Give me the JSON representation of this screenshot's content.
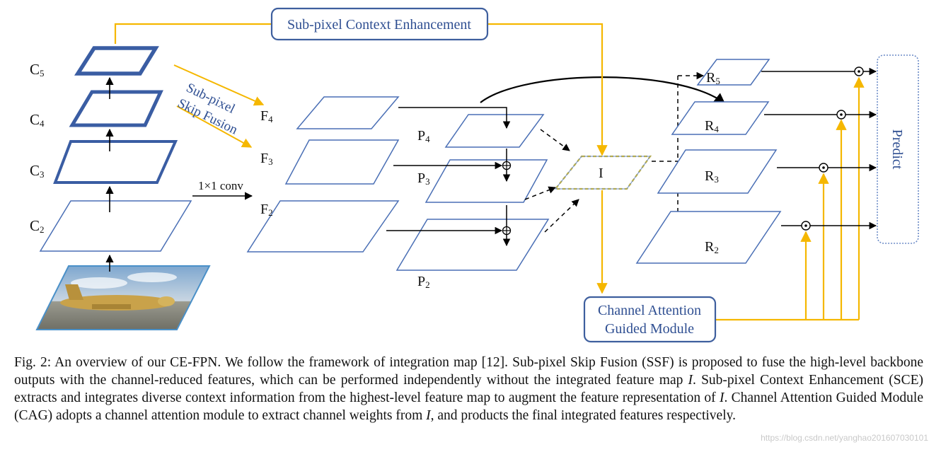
{
  "diagram": {
    "sce_label": "Sub-pixel Context Enhancement",
    "cag_label_line1": "Channel Attention",
    "cag_label_line2": "Guided Module",
    "predict_label": "Predict",
    "ssf_label_line1": "Sub-pixel",
    "ssf_label_line2": "Skip Fusion",
    "conv_label": "1×1 conv",
    "integration_label": "I",
    "backbone": [
      {
        "base": "C",
        "sub": "5"
      },
      {
        "base": "C",
        "sub": "4"
      },
      {
        "base": "C",
        "sub": "3"
      },
      {
        "base": "C",
        "sub": "2"
      }
    ],
    "reduced": [
      {
        "base": "F",
        "sub": "4"
      },
      {
        "base": "F",
        "sub": "3"
      },
      {
        "base": "F",
        "sub": "2"
      }
    ],
    "pyramid": [
      {
        "base": "P",
        "sub": "4"
      },
      {
        "base": "P",
        "sub": "3"
      },
      {
        "base": "P",
        "sub": "2"
      }
    ],
    "refined": [
      {
        "base": "R",
        "sub": "5"
      },
      {
        "base": "R",
        "sub": "4"
      },
      {
        "base": "R",
        "sub": "3"
      },
      {
        "base": "R",
        "sub": "2"
      }
    ],
    "colors": {
      "backbone_stroke": "#3a5da3",
      "plane_stroke": "#4a6fb5",
      "yellow_path": "#f5b700",
      "box_stroke": "#3e5f9e",
      "label_blue": "#2f4f92",
      "predict_stroke": "#6d8cc7",
      "integration_dash": "#b7ad4a",
      "arrow": "#000000"
    }
  },
  "caption": {
    "fig_prefix": "Fig. 2: An overview of our CE-FPN. We follow the framework of integration map [12]. Sub-pixel Skip Fusion (SSF) is proposed to fuse the high-level backbone outputs with the channel-reduced features, which can be performed independently without the integrated feature map ",
    "var_1": "I",
    "mid_1": ". Sub-pixel Context Enhancement (SCE) extracts and integrates diverse context information from the highest-level feature map to augment the feature representation of ",
    "var_2": "I",
    "mid_2": ". Channel Attention Guided Module (CAG) adopts a channel attention module to extract channel weights from ",
    "var_3": "I",
    "end": ", and products the final integrated features respectively."
  },
  "watermark": "https://blog.csdn.net/yanghao201607030101"
}
